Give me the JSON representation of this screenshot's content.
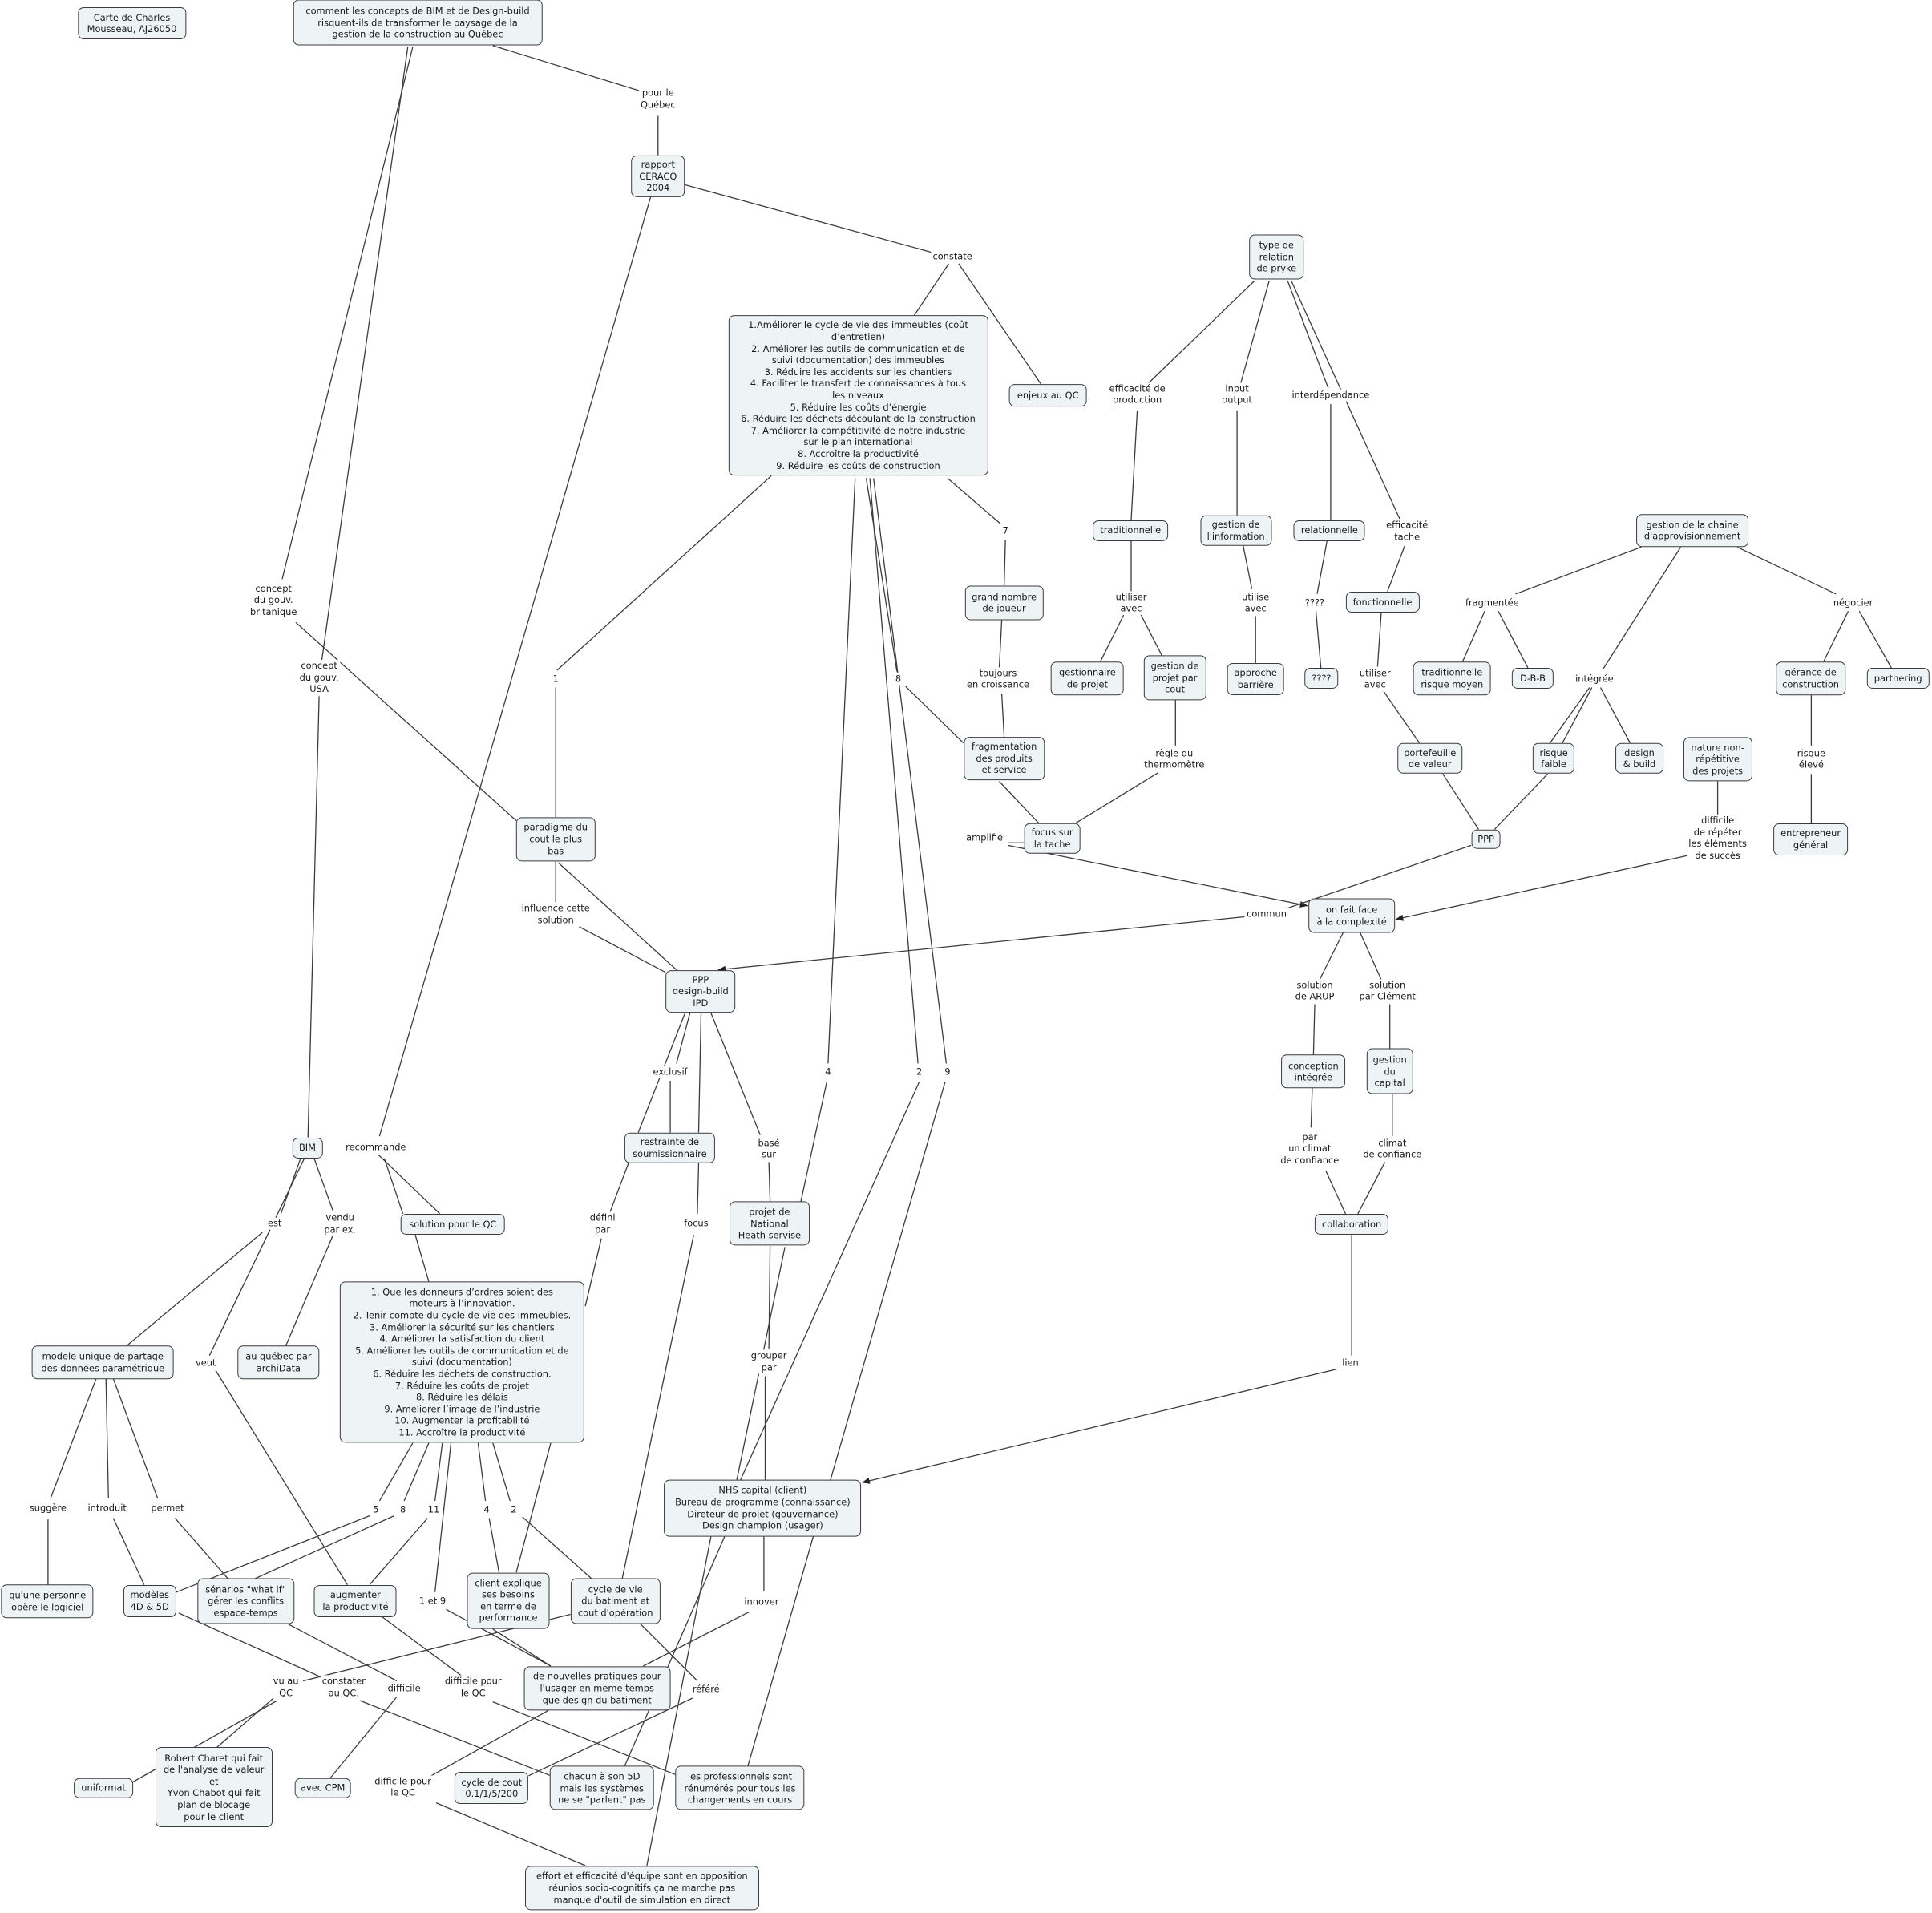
{
  "colors": {
    "node_fill": "#eef3f6",
    "node_border": "#3c3c3c",
    "line": "#3c3c3c"
  },
  "concepts": {
    "carte": "Carte de Charles\nMousseau, AJ26050",
    "question": "comment les concepts de BIM et de Design-build\nrisquent-ils de transformer le paysage de la\ngestion de la construction au Québec",
    "rapport": "rapport\nCERACQ\n2004",
    "ceracq_list": "1.Améliorer le cycle de vie des immeubles (coût\nd’entretien)\n2. Améliorer les outils de communication et de\nsuivi (documentation) des immeubles\n3. Réduire les accidents sur les chantiers\n4. Faciliter le transfert de connaissances à tous\nles niveaux\n5. Réduire les coûts d’énergie\n6. Réduire les déchets découlant de la construction\n7. Améliorer la compétitivité de notre industrie\nsur le plan international\n8. Accroître la productivité\n9. Réduire les coûts de construction",
    "enjeux": "enjeux au QC",
    "pryke": "type de\nrelation\nde pryke",
    "trad": "traditionnelle",
    "gest_info": "gestion de\nl'information",
    "relationnelle": "relationnelle",
    "fonctionnelle": "fonctionnelle",
    "chaine": "gestion de la chaine\nd'approvisionnement",
    "grand_nombre": "grand nombre\nde joueur",
    "gestionnaire": "gestionnaire\nde projet",
    "gest_cout": "gestion de\nprojet par\ncout",
    "approche": "approche\nbarrière",
    "qqqq": "????",
    "trad_risque": "traditionnelle\nrisque moyen",
    "dbb": "D-B-B",
    "gerance": "gérance de\nconstruction",
    "partnering": "partnering",
    "fragmentation": "fragmentation\ndes produits\net service",
    "portefeuille": "portefeuille\nde valeur",
    "risque_faible": "risque\nfaible",
    "design_build": "design\n& build",
    "nature": "nature non-\nrépétitive\ndes projets",
    "paradigme": "paradigme du\ncout le plus\nbas",
    "focus_tache": "focus sur\nla tache",
    "ppp_small": "PPP",
    "entrepreneur": "entrepreneur\ngénéral",
    "complexite": "on fait face\nà la complexité",
    "ppp_db": "PPP\ndesign-build\nIPD",
    "conception": "conception\nintégrée",
    "gest_capital": "gestion\ndu\ncapital",
    "restrainte": "restrainte de\nsoumissionnaire",
    "bim": "BIM",
    "nhs_projet": "projet de\nNational\nHeath servise",
    "solution_qc": "solution pour le QC",
    "collaboration": "collaboration",
    "qc_list": "1. Que les donneurs d’ordres soient des\nmoteurs à l’innovation.\n2. Tenir compte du cycle de vie des immeubles.\n3. Améliorer la sécurité sur les chantiers\n4. Améliorer la satisfaction du client\n5. Améliorer les outils de communication et de\nsuivi (documentation)\n6. Réduire les déchets de construction.\n7. Réduire les coûts de projet\n8. Réduire les délais\n9. Améliorer l’image de l’industrie\n10. Augmenter la profitabilité\n11. Accroître la productivité",
    "modele": "modele unique de partage\ndes données paramétrique",
    "archidata": "au québec par\narchiData",
    "nhs_capital": "NHS capital (client)\nBureau de programme (connaissance)\nDireteur de projet (gouvernance)\nDesign champion (usager)",
    "personne": "qu'une personne\nopère le logiciel",
    "modeles4d": "modèles\n4D & 5D",
    "scenarios": "sénarios \"what if\"\ngérer les conflits\nespace-temps",
    "augmenter": "augmenter\nla productivité",
    "client": "client explique\nses besoins\nen terme de\nperformance",
    "cycle_vie": "cycle de vie\ndu batiment et\ncout d'opération",
    "pratiques": "de nouvelles pratiques pour\nl'usager en meme temps\nque design du batiment",
    "uniformat": "uniformat",
    "charet": "Robert Charet qui fait\nde l'analyse de valeur\net\nYvon Chabot qui fait\nplan de blocage\npour le client",
    "cpm": "avec CPM",
    "cycle_cout": "cycle de cout\n0.1/1/5/200",
    "chacun": "chacun à son 5D\nmais les systèmes\nne se \"parlent\" pas",
    "professionnels": "les professionnels sont\nrénumérés pour tous les\nchangements en cours",
    "effort": "effort et efficacité d'équipe sont en opposition\nréunios socio-cognitifs ça ne marche pas\nmanque d'outil de simulation en direct"
  },
  "links": {
    "l_pour_quebec": "pour le\nQuébec",
    "l_constate": "constate",
    "l_britanique": "concept\ndu gouv.\nbritanique",
    "l_usa": "concept\ndu gouv.\nUSA",
    "l_1": "1",
    "l_8a": "8",
    "l_7": "7",
    "l_eff_prod": "efficacité de\nproduction",
    "l_input": "input\noutput",
    "l_interdep": "interdépendance",
    "l_eff_tache": "efficacité\ntache",
    "l_utiliser1": "utiliser\navec",
    "l_utilise": "utilise\navec",
    "l_qqqq": "????",
    "l_utiliser2": "utiliser\navec",
    "l_fragmentee": "fragmentée",
    "l_negocier": "négocier",
    "l_integree": "intégrée",
    "l_toujours": "toujours\nen croissance",
    "l_regle": "règle du\nthermomètre",
    "l_amplifie": "amplifie",
    "l_risque_eleve": "risque\nélevé",
    "l_difficile_rep": "difficile\nde répéter\nles éléments\nde succès",
    "l_influence": "influence cette\nsolution",
    "l_commun": "commun",
    "l_arup": "solution\nde ARUP",
    "l_clement": "solution\npar Clément",
    "l_exclusif": "exclusif",
    "l_4a": "4",
    "l_2a": "2",
    "l_9": "9",
    "l_base": "basé\nsur",
    "l_climat1": "par\nun climat\nde confiance",
    "l_climat2": "climat\nde confiance",
    "l_recommande": "recommande",
    "l_est": "est",
    "l_vendu": "vendu\npar ex.",
    "l_defini": "défini\npar",
    "l_focus": "focus",
    "l_veut": "veut",
    "l_grouper": "grouper\npar",
    "l_lien": "lien",
    "l_suggere": "suggère",
    "l_introduit": "introduit",
    "l_permet": "permet",
    "l_5": "5",
    "l_8b": "8",
    "l_11": "11",
    "l_4b": "4",
    "l_2b": "2",
    "l_1et9": "1 et 9",
    "l_innover": "innover",
    "l_vu": "vu au\nQC",
    "l_constater": "constater\nau QC.",
    "l_difficile": "difficile",
    "l_diff_qc1": "difficile pour\nle QC",
    "l_refere": "référé",
    "l_diff_qc2": "difficile pour\nle QC"
  }
}
